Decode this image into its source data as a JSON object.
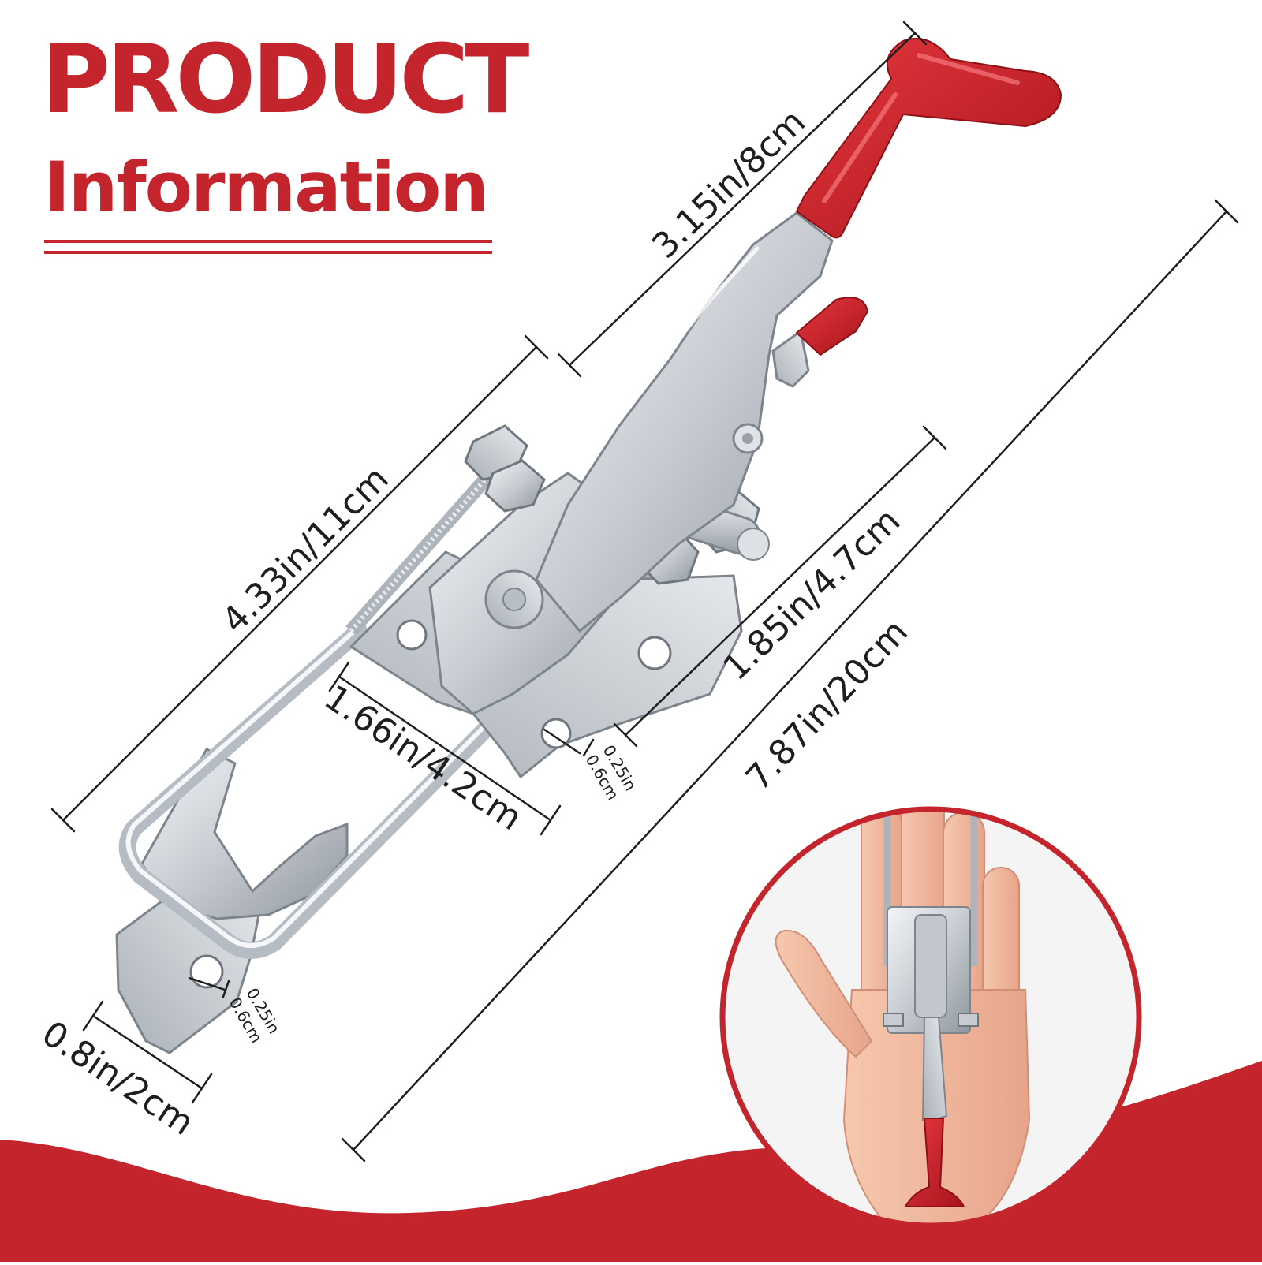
{
  "header": {
    "title": "PRODUCT",
    "subtitle": "Information"
  },
  "dimensions": {
    "handle_length": "3.15in/8cm",
    "base_length": "4.33in/11cm",
    "overall_length": "7.87in/20cm",
    "mount_height": "1.85in/4.7cm",
    "bolt_spacing": "1.66in/4.2cm",
    "upper_hole_in": "0.25in",
    "upper_hole_cm": "0.6cm",
    "lower_hole_in": "0.25in",
    "lower_hole_cm": "0.6cm",
    "catch_width": "0.8in/2cm"
  },
  "colors": {
    "accent": "#c4242b",
    "metal": "#d9dde2",
    "metal_dark": "#9aa1a9",
    "text": "#1e1e1e",
    "skin": "#f0b89e"
  }
}
